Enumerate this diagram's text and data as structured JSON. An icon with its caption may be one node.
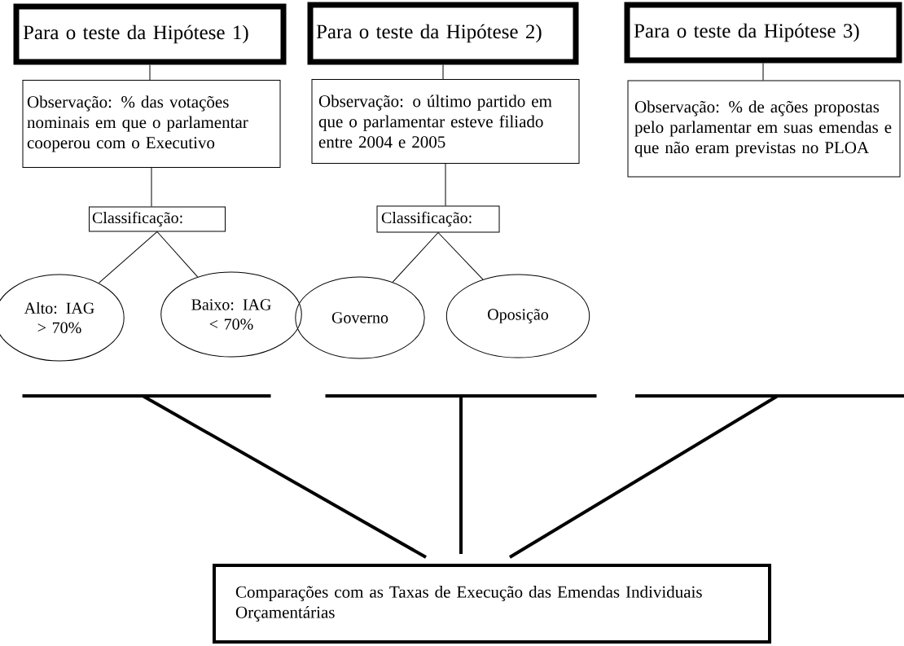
{
  "diagram": {
    "nodes": [
      {
        "text": [
          "Para o teste da Hipótese 1)"
        ]
      },
      {
        "text": [
          "Observação: % das votações nominais em que o parlamentar cooperou com o Executivo"
        ]
      },
      {
        "text": [
          "Classificação:"
        ]
      },
      {
        "text": [
          "Alto: IAG > 70%"
        ]
      },
      {
        "text": [
          "Baixo: IAG < 70%"
        ]
      },
      {
        "text": [
          "Para o teste da Hipótese 2)"
        ]
      },
      {
        "text": [
          "Observação: o último partido em que o parlamentar esteve filiado entre 2004 e 2005"
        ]
      },
      {
        "text": [
          "Classificação:"
        ]
      },
      {
        "text": [
          "Governo"
        ]
      },
      {
        "text": [
          "Oposição"
        ]
      },
      {
        "text": [
          "Para o teste da Hipótese 3)"
        ]
      },
      {
        "text": [
          "Observação: % de ações propostas pelo parlamentar em suas emendas e que não eram previstas no PLOA"
        ]
      },
      {
        "text": [],
        "shape": "bar"
      },
      {
        "text": [],
        "shape": "bar"
      },
      {
        "text": [],
        "shape": "bar"
      },
      {
        "text": [
          "Comparações com as Taxas de Execução das Emendas Individuais Orçamentárias"
        ]
      }
    ],
    "edges": [
      {
        "from": 0,
        "to": 1,
        "arrow": "none"
      },
      {
        "from": 1,
        "to": 2,
        "arrow": "none"
      },
      {
        "from": 2,
        "to": 3,
        "arrow": "none"
      },
      {
        "from": 2,
        "to": 4,
        "arrow": "none"
      },
      {
        "from": 5,
        "to": 6,
        "arrow": "none"
      },
      {
        "from": 6,
        "to": 7,
        "arrow": "none"
      },
      {
        "from": 7,
        "to": 8,
        "arrow": "none"
      },
      {
        "from": 7,
        "to": 9,
        "arrow": "none"
      },
      {
        "from": 10,
        "to": 11,
        "arrow": "none"
      },
      {
        "from": 12,
        "to": 15,
        "arrow": "none",
        "style": "thick"
      },
      {
        "from": 13,
        "to": 15,
        "arrow": "none",
        "style": "thick"
      },
      {
        "from": 14,
        "to": 15,
        "arrow": "none",
        "style": "thick"
      }
    ]
  }
}
